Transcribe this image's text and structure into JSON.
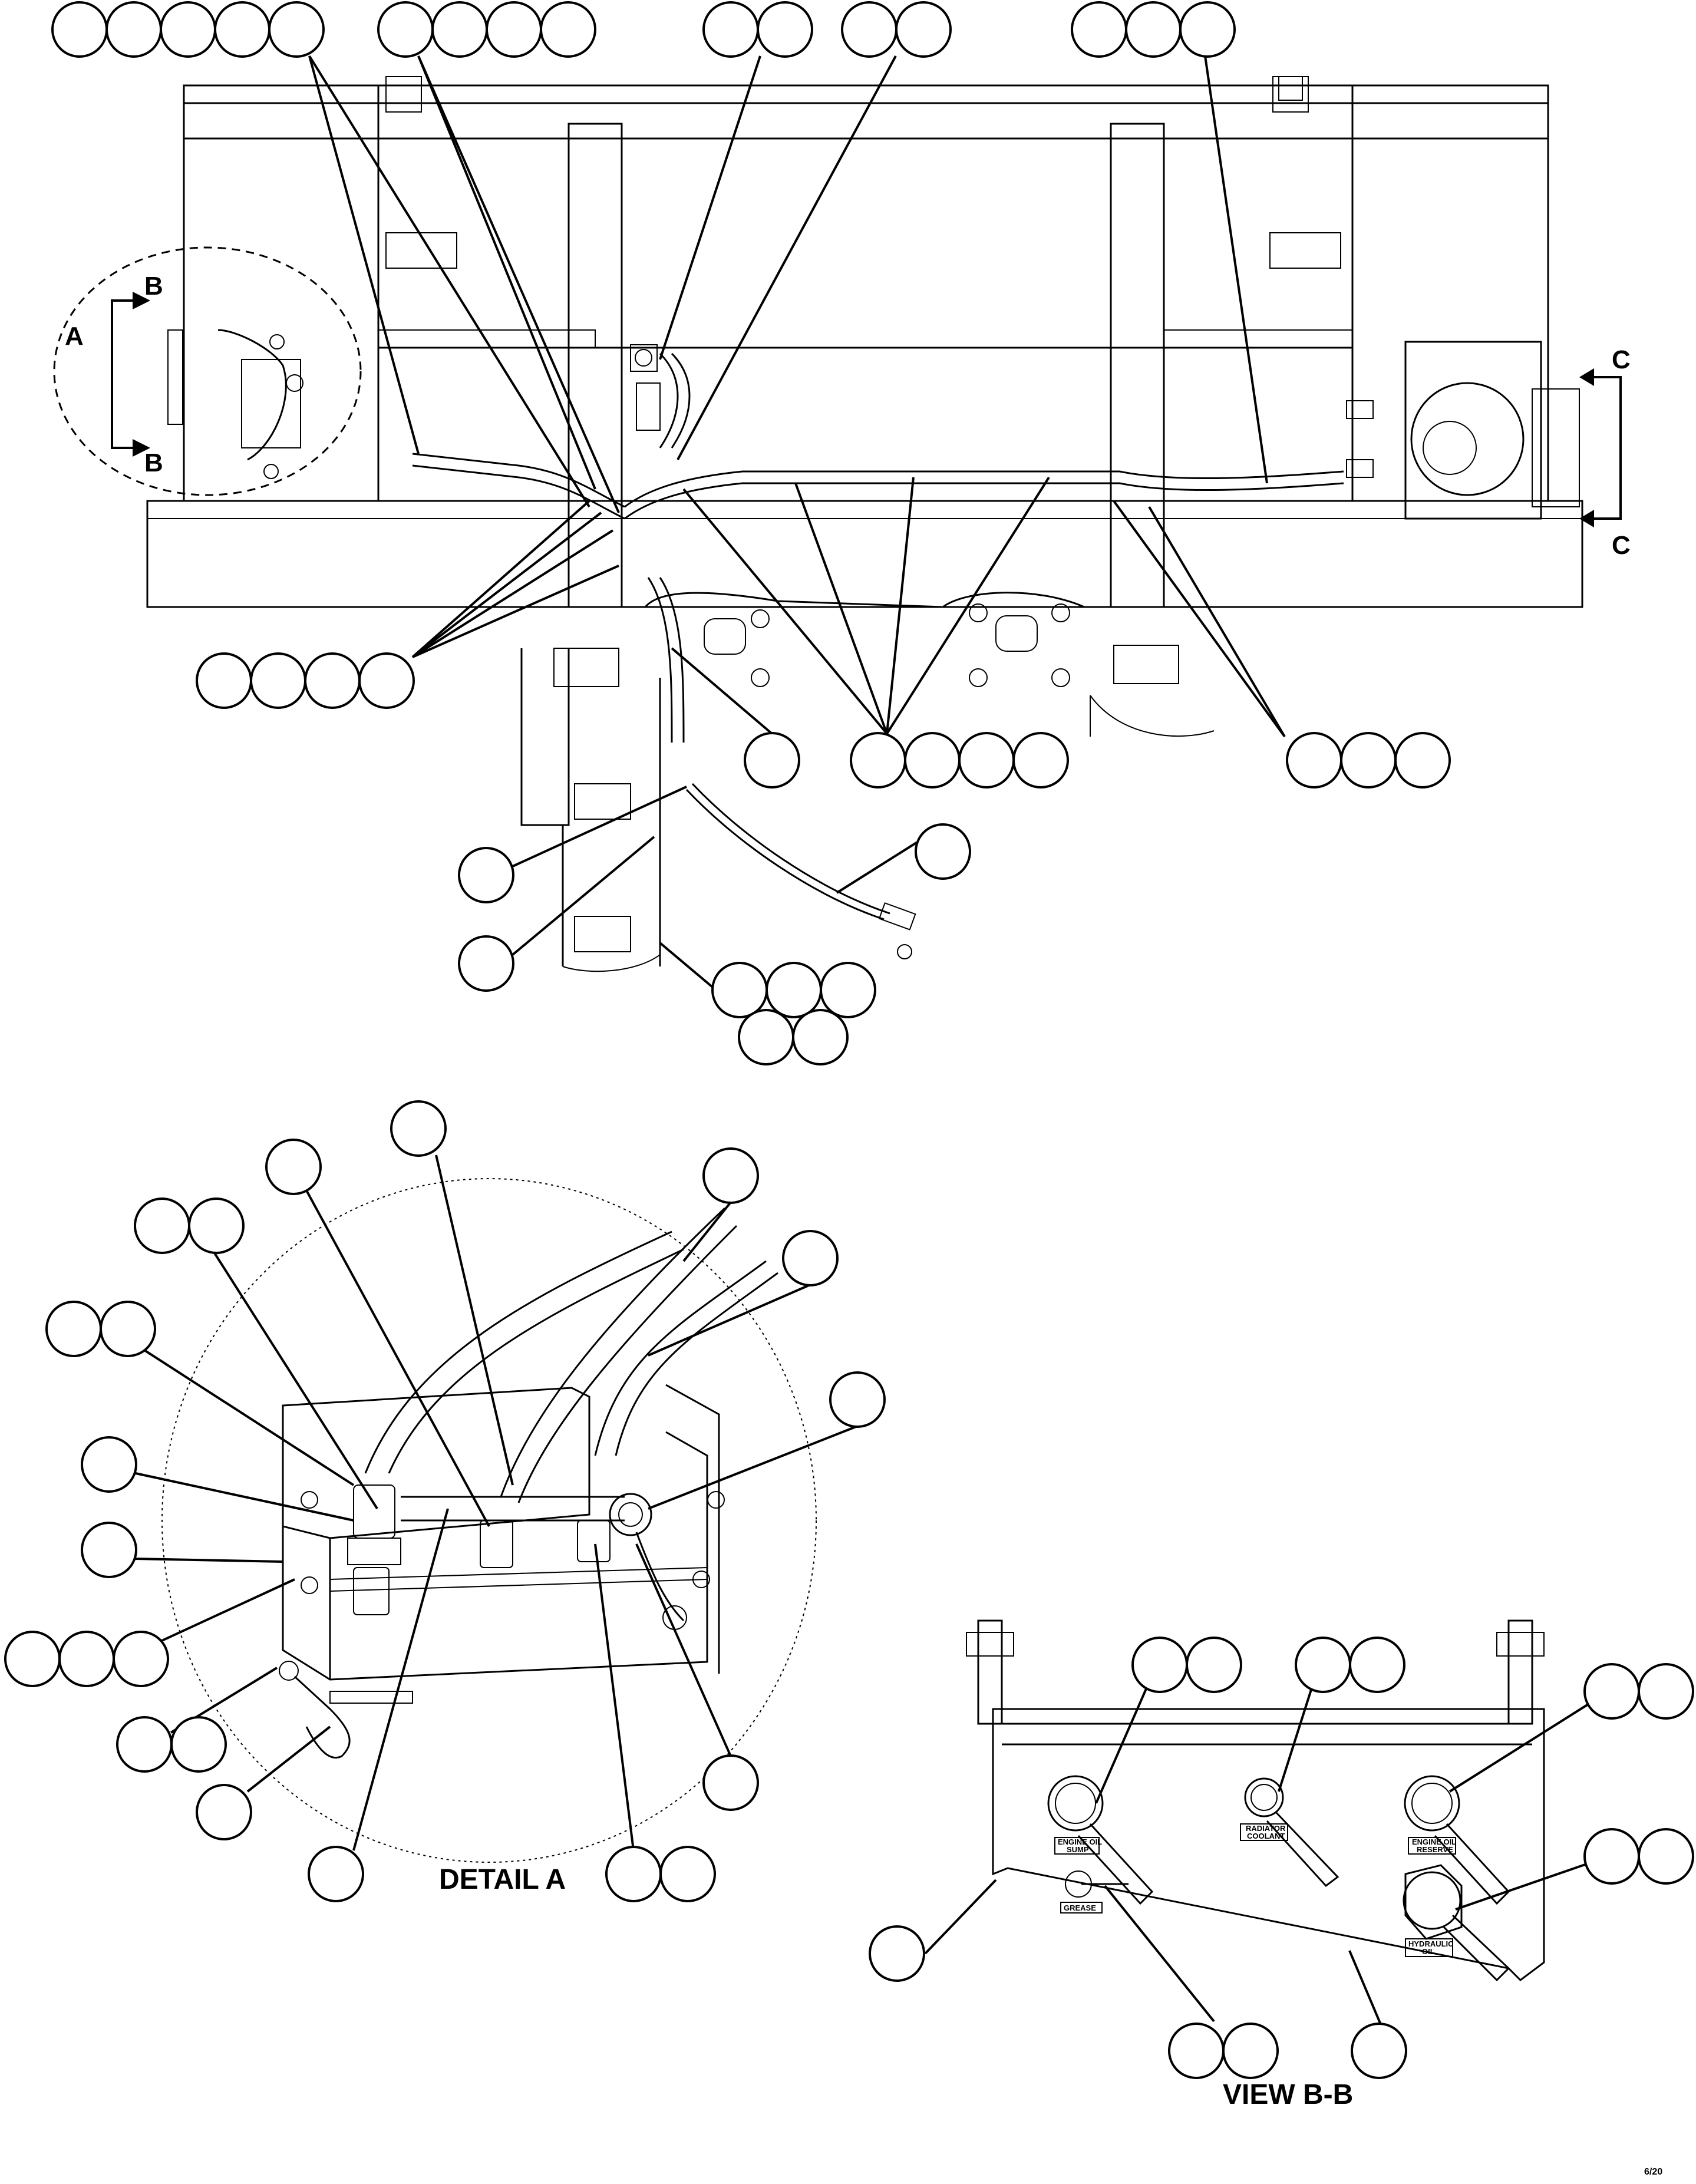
{
  "section_labels": {
    "A": "A",
    "B_top": "B",
    "B_bottom": "B",
    "C_top": "C",
    "C_bottom": "C"
  },
  "view_titles": {
    "detail_a": "DETAIL A",
    "view_bb": "VIEW B-B"
  },
  "panel_labels": {
    "engine_oil_sump": [
      "ENGINE OIL",
      "SUMP"
    ],
    "radiator_coolant": [
      "RADIATOR",
      "COOLANT"
    ],
    "engine_oil_reserve": [
      "ENGINE OIL",
      "RESERVE"
    ],
    "hydraulic_oil": [
      "HYDRAULIC",
      "OIL"
    ],
    "grease": "GREASE"
  },
  "drawing_number": "6/20",
  "colors": {
    "ink": "#000000",
    "paper": "#ffffff"
  }
}
